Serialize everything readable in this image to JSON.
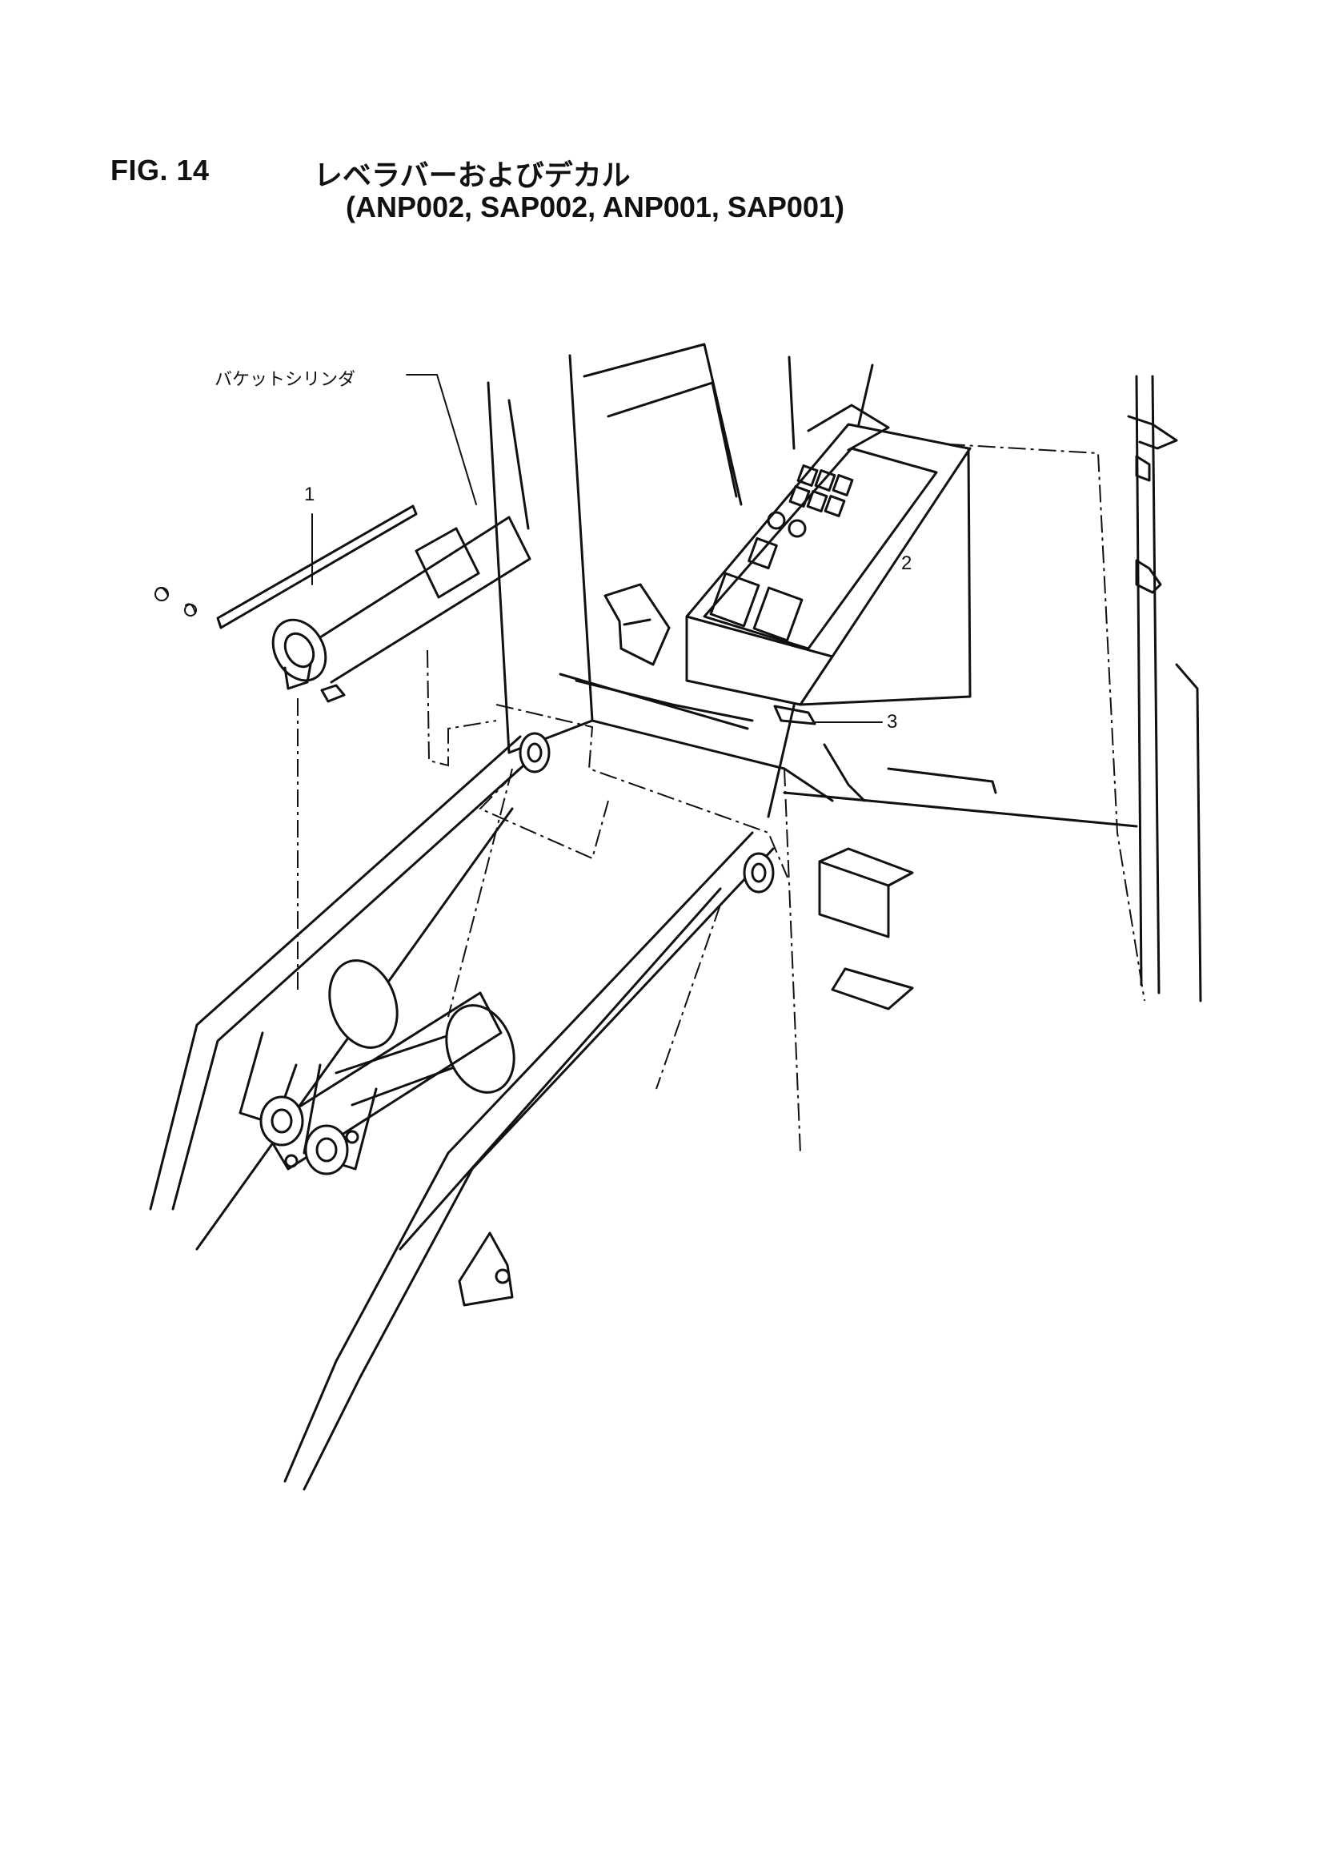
{
  "figure": {
    "number": "FIG. 14",
    "title": "レベラバーおよびデカル",
    "subtitle": "(ANP002, SAP002, ANP001, SAP001)"
  },
  "callouts": [
    {
      "id": "1",
      "label": "1"
    },
    {
      "id": "2",
      "label": "2"
    },
    {
      "id": "3",
      "label": "3"
    }
  ],
  "component_labels": {
    "bucket_cylinder": "バケットシリンダ"
  }
}
